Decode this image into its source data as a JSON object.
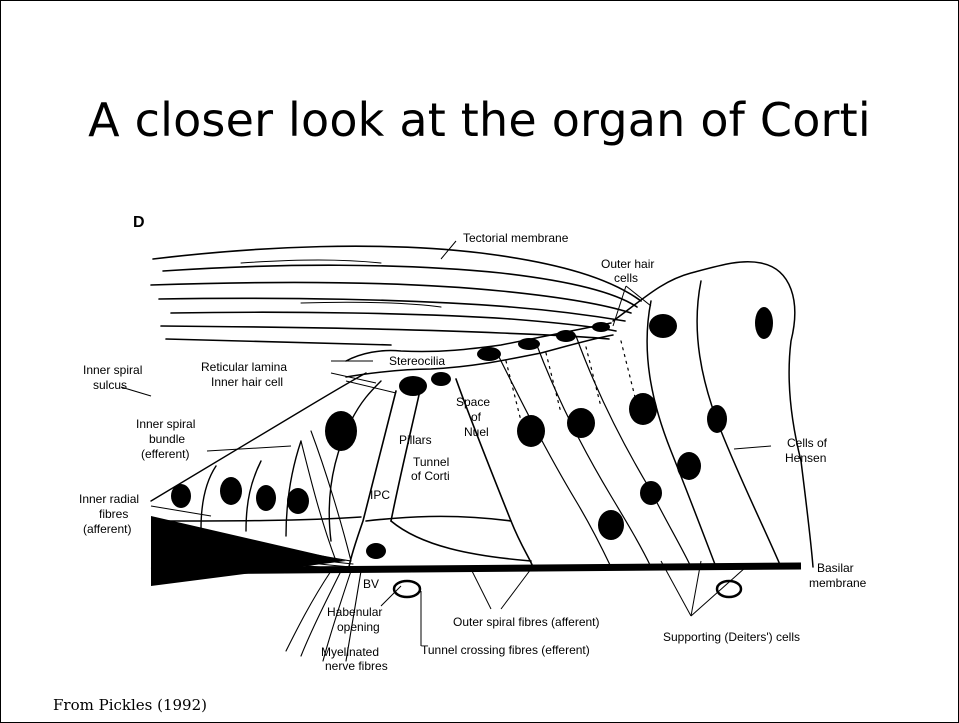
{
  "slide": {
    "title": "A closer look at the organ of Corti",
    "caption": "From Pickles (1992)"
  },
  "diagram": {
    "panel_label": "D",
    "labels": {
      "tectorial_membrane": "Tectorial membrane",
      "outer_hair_cells_1": "Outer hair",
      "outer_hair_cells_2": "cells",
      "stereocilia": "Stereocilia",
      "reticular_lamina": "Reticular lamina",
      "inner_hair_cell": "Inner hair cell",
      "inner_spiral_sulcus_1": "Inner spiral",
      "inner_spiral_sulcus_2": "sulcus",
      "inner_spiral_bundle_1": "Inner spiral",
      "inner_spiral_bundle_2": "bundle",
      "inner_spiral_bundle_3": "(efferent)",
      "inner_radial_fibres_1": "Inner radial",
      "inner_radial_fibres_2": "fibres",
      "inner_radial_fibres_3": "(afferent)",
      "space_of_nuel_1": "Space",
      "space_of_nuel_2": "of",
      "space_of_nuel_3": "Nuel",
      "pillars": "Pillars",
      "tunnel_of_corti_1": "Tunnel",
      "tunnel_of_corti_2": "of Corti",
      "ipc": "IPC",
      "cells_of_hensen_1": "Cells of",
      "cells_of_hensen_2": "Hensen",
      "basilar_membrane_1": "Basilar",
      "basilar_membrane_2": "membrane",
      "bv": "BV",
      "habenular_opening_1": "Habenular",
      "habenular_opening_2": "opening",
      "myelinated_nerve_fibres_1": "Myelinated",
      "myelinated_nerve_fibres_2": "nerve fibres",
      "outer_spiral_fibres": "Outer spiral fibres (afferent)",
      "tunnel_crossing_fibres": "Tunnel crossing fibres (efferent)",
      "supporting_cells": "Supporting (Deiters') cells"
    }
  }
}
